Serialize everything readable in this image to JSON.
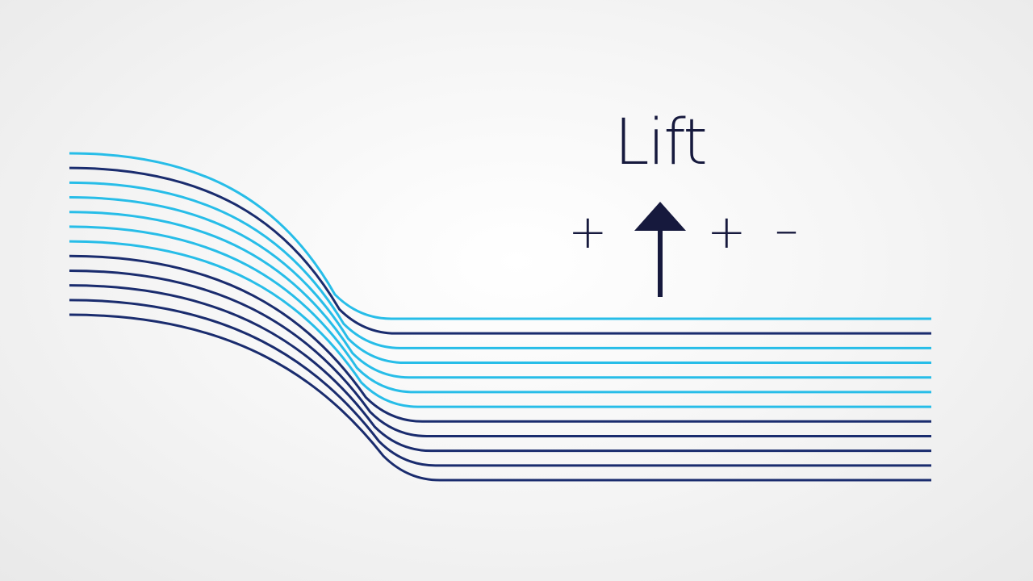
{
  "label": {
    "title": "Lift",
    "signs": [
      "+",
      "+",
      "–"
    ]
  },
  "arrow": {
    "icon": "up-arrow-icon",
    "color": "#16193d"
  },
  "streamlines": {
    "colors": {
      "dark": "#1a2c6e",
      "light": "#27bde8"
    },
    "pattern": [
      "light",
      "dark",
      "light",
      "light",
      "light",
      "light",
      "light",
      "dark",
      "dark",
      "dark",
      "dark",
      "dark"
    ]
  }
}
